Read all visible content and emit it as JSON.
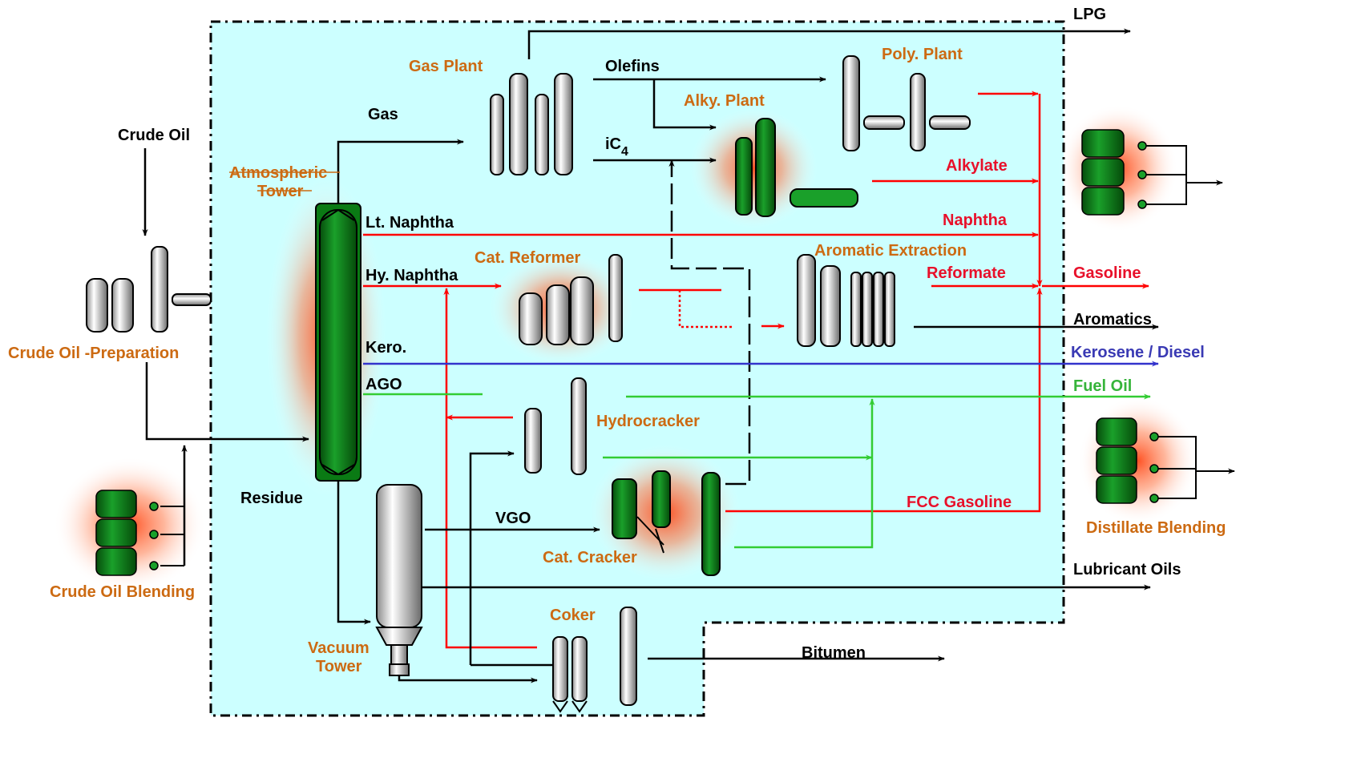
{
  "colors": {
    "region": "#ccffff",
    "orange_label": "#cc6a12",
    "red_stream": "#ff0000",
    "blue_stream": "#3333cc",
    "green_stream": "#33cc33",
    "vessel_green": "#0a7a14",
    "glow": "#ff5a2a"
  },
  "units": {
    "crude_prep": "Crude Oil -Preparation",
    "crude_blend": "Crude Oil Blending",
    "atm_tower_1": "Atmospheric",
    "atm_tower_2": "Tower",
    "vac_tower_1": "Vacuum",
    "vac_tower_2": "Tower",
    "gas_plant": "Gas Plant",
    "alky_plant": "Alky. Plant",
    "poly_plant": "Poly. Plant",
    "cat_reformer": "Cat. Reformer",
    "aromatic_extraction": "Aromatic Extraction",
    "hydrocracker": "Hydrocracker",
    "cat_cracker": "Cat. Cracker",
    "coker": "Coker",
    "distillate_blending": "Distillate Blending"
  },
  "streams": {
    "crude_oil": "Crude Oil",
    "gas": "Gas",
    "olefins": "Olefins",
    "ic4_base": "iC",
    "ic4_sub": "4",
    "lt_naphtha": "Lt. Naphtha",
    "hy_naphtha": "Hy. Naphtha",
    "kero": "Kero.",
    "ago": "AGO",
    "residue": "Residue",
    "vgo": "VGO",
    "alkylate": "Alkylate",
    "naphtha": "Naphtha",
    "reformate": "Reformate",
    "fcc_gasoline": "FCC Gasoline"
  },
  "products": {
    "lpg": "LPG",
    "gasoline": "Gasoline",
    "aromatics": "Aromatics",
    "kerosene_diesel": "Kerosene / Diesel",
    "fuel_oil": "Fuel Oil",
    "lubricant_oils": "Lubricant Oils",
    "bitumen": "Bitumen"
  }
}
